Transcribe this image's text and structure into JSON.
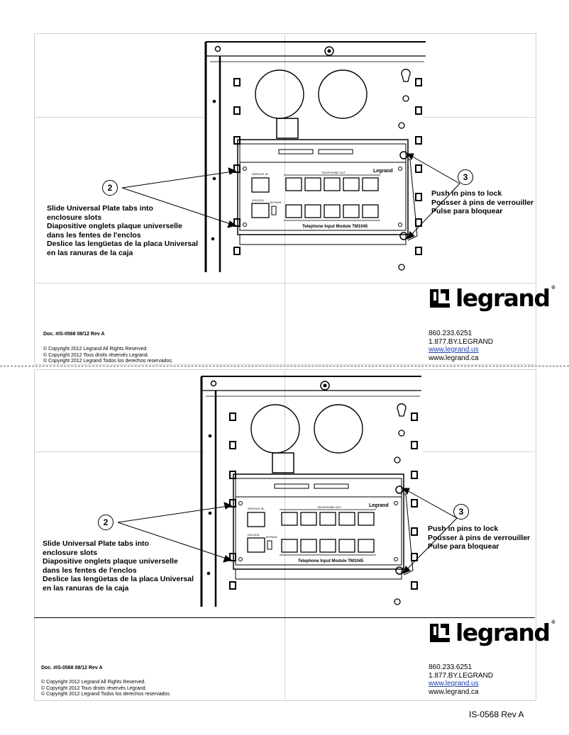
{
  "instructions": {
    "step2_number": "2",
    "step3_number": "3",
    "slide_lines": [
      "Slide Universal Plate tabs into",
      "enclosure slots",
      "Diapositive onglets plaque universelle",
      "dans les fentes de l'enclos",
      "Deslice las lengüetas de la placa Universal",
      "en las ranuras de la caja"
    ],
    "push_lines": [
      "Push in pins to lock",
      "Pousser à pins de verrouiller",
      "Pulse para bloquear"
    ]
  },
  "module_labels": {
    "brand": "Legrand",
    "service_in": "SERVICE IN",
    "telephone_out": "TELEPHONE OUT",
    "dsc_out": "DSC/DSL",
    "bypass": "BYPASS",
    "module_name": "Telephone Input Module TM1045"
  },
  "logo": {
    "word": "legrand",
    "reg": "®",
    "color": "#000000"
  },
  "document": {
    "doc_number": "Doc. #IS-0568  08/12  Rev A",
    "copyright_lines": [
      "© Copyright 2012  Legrand All Rights Reserved.",
      "© Copyright 2012  Tous droits réservés Legrand.",
      "© Copyright 2012  Legrand Todos los derechos reservados."
    ]
  },
  "contact": {
    "phone": "860.233.6251",
    "phone_alt": "1.877.BY.LEGRAND",
    "website_us": "www.legrand.us",
    "website_ca": "www.legrand.ca",
    "link_color": "#1a3fb0"
  },
  "footer": {
    "revision": "IS-0568 Rev A"
  }
}
